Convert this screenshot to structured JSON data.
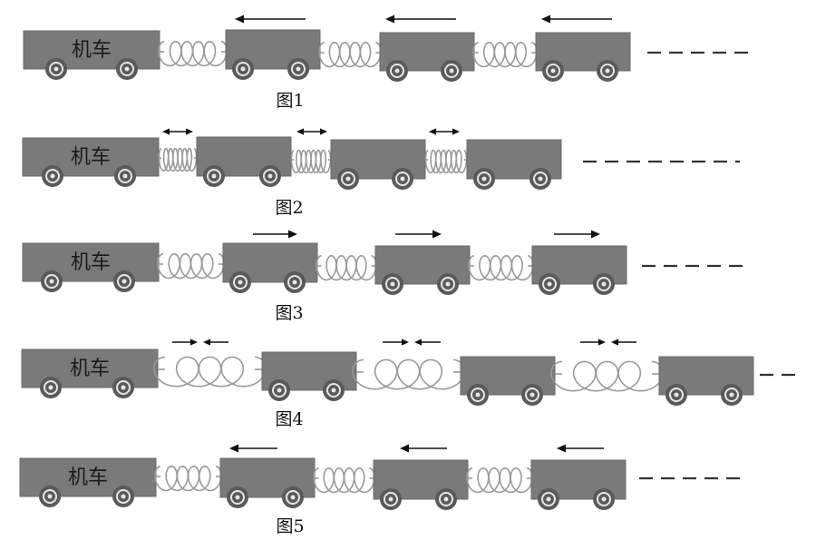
{
  "colors": {
    "car_body": "#7a7a7a",
    "wheel_outer": "#5a5a5a",
    "wheel_ring": "#e6e6e6",
    "spring": "#9a9a9a",
    "arrow": "#111111",
    "dash": "#333333",
    "background": "#ffffff"
  },
  "rows": [
    {
      "figure_label": "图1",
      "locomotive_label": "机车",
      "arrow_type": "left"
    },
    {
      "figure_label": "图2",
      "locomotive_label": "机车",
      "arrow_type": "both"
    },
    {
      "figure_label": "图3",
      "locomotive_label": "机车",
      "arrow_type": "right"
    },
    {
      "figure_label": "图4",
      "locomotive_label": "机车",
      "arrow_type": "inward"
    },
    {
      "figure_label": "图5",
      "locomotive_label": "机车",
      "arrow_type": "left"
    }
  ]
}
